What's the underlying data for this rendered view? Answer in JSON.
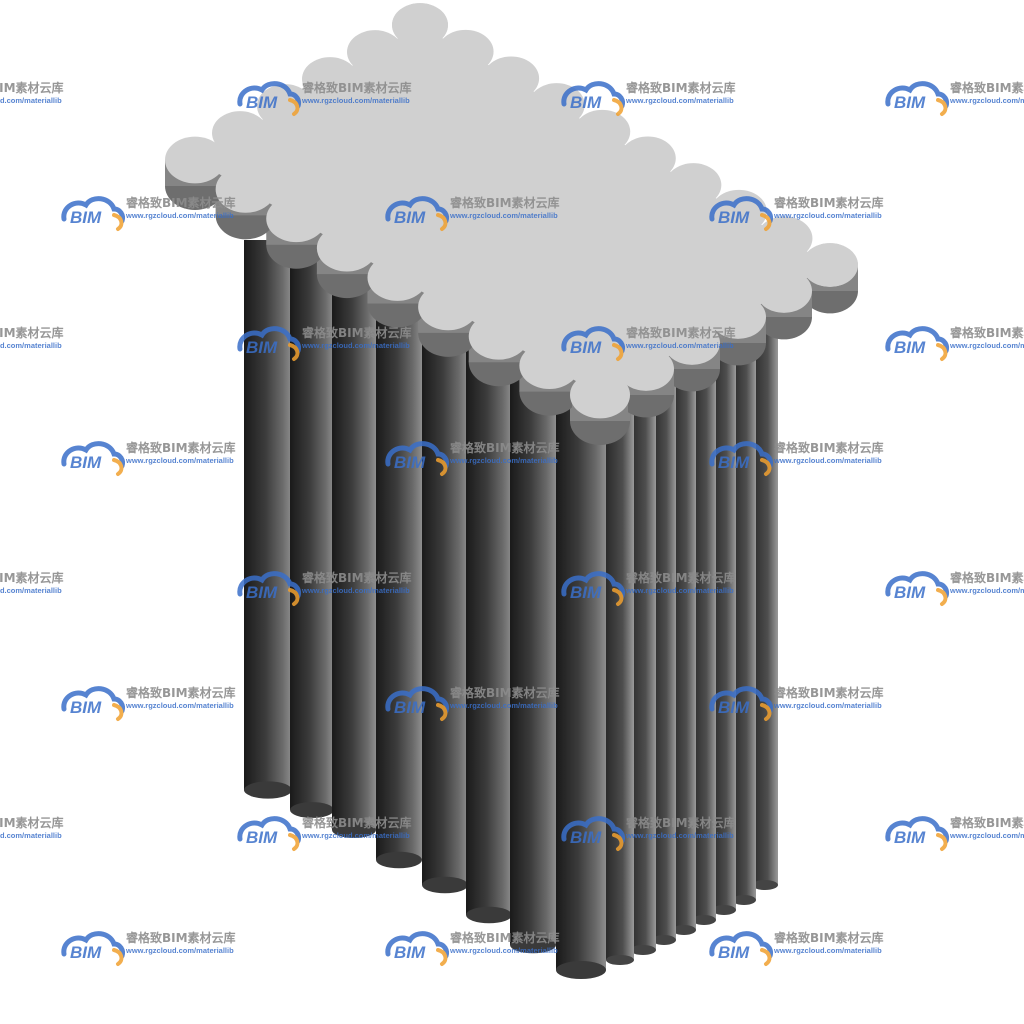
{
  "watermark": {
    "logo_text": "BIM",
    "brand_name": "睿格致BIM素材云库",
    "url": "www.rgzcloud.com/materiallib",
    "colors": {
      "logo_blue": "#3a6fc9",
      "logo_orange": "#f0a030",
      "text_gray": "#8c8c8c"
    }
  },
  "render": {
    "subject": "column-cluster-3d-model",
    "colors": {
      "cap_top": "#d0d0d0",
      "cap_side": "#8a8a8a",
      "column_dark": "#1e1e1e",
      "column_mid": "#4a4a4a",
      "column_light": "#8c8c8c"
    }
  }
}
